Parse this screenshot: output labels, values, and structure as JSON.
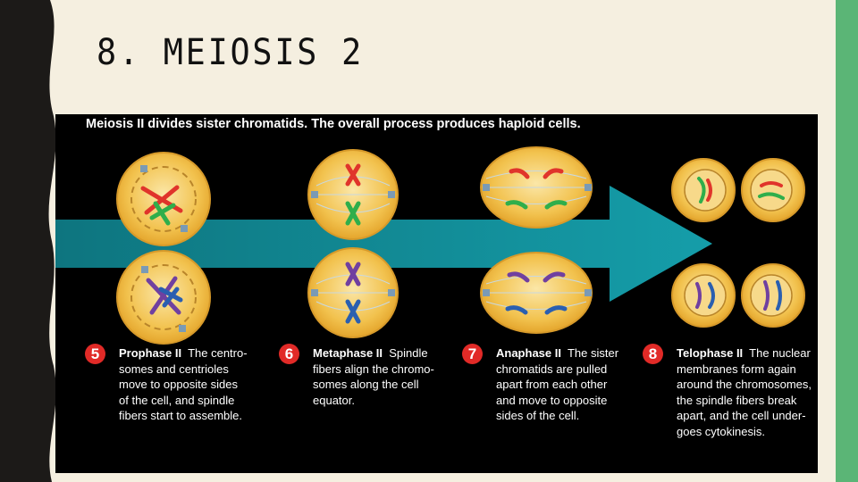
{
  "slide": {
    "title": "8. MEIOSIS 2"
  },
  "figure": {
    "caption": "Meiosis II divides sister chromatids. The overall process produces haploid cells.",
    "steps": [
      {
        "number": "5",
        "title": "Prophase II",
        "lines": [
          "The centro-",
          "somes and centrioles",
          "move to opposite sides",
          "of the cell, and spindle",
          "fibers start to assemble."
        ]
      },
      {
        "number": "6",
        "title": "Metaphase II",
        "lines": [
          "Spindle",
          "fibers align the chromo-",
          "somes along the cell",
          "equator."
        ]
      },
      {
        "number": "7",
        "title": "Anaphase II",
        "lines": [
          "The sister",
          "chromatids are pulled",
          "apart from each other",
          "and move to opposite",
          "sides of the cell."
        ]
      },
      {
        "number": "8",
        "title": "Telophase II",
        "lines": [
          "The nuclear",
          "membranes form again",
          "around the chromosomes,",
          "the spindle fibers break",
          "apart, and the cell under-",
          "goes cytokinesis."
        ]
      }
    ]
  },
  "colors": {
    "accent_green": "#5bb576",
    "arrow_teal": "#14a3b0",
    "step_red": "#e12a27",
    "cell_yellow": "#f2c24e"
  }
}
